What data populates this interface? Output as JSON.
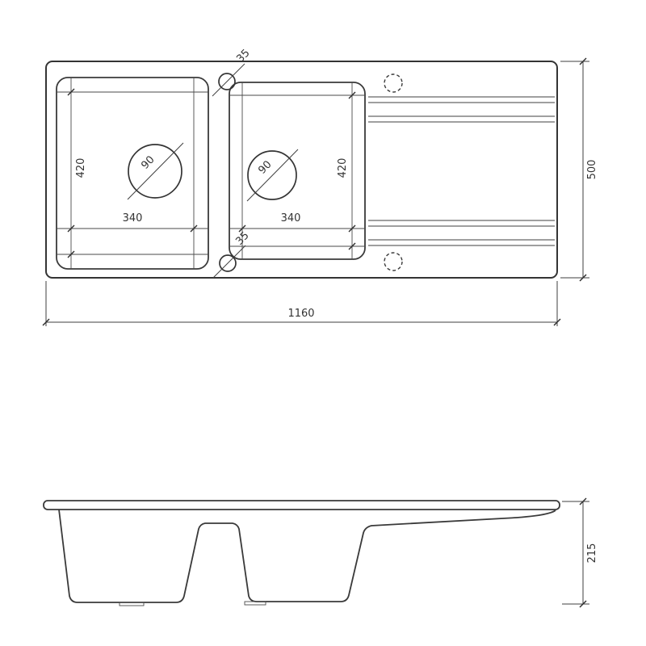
{
  "drawing": {
    "labels": {
      "overall_width": "1160",
      "overall_depth": "500",
      "bowl_depth": "420",
      "bowl_width": "340",
      "drain_diameter": "90",
      "hole_diameter": "35",
      "side_height": "215"
    }
  }
}
